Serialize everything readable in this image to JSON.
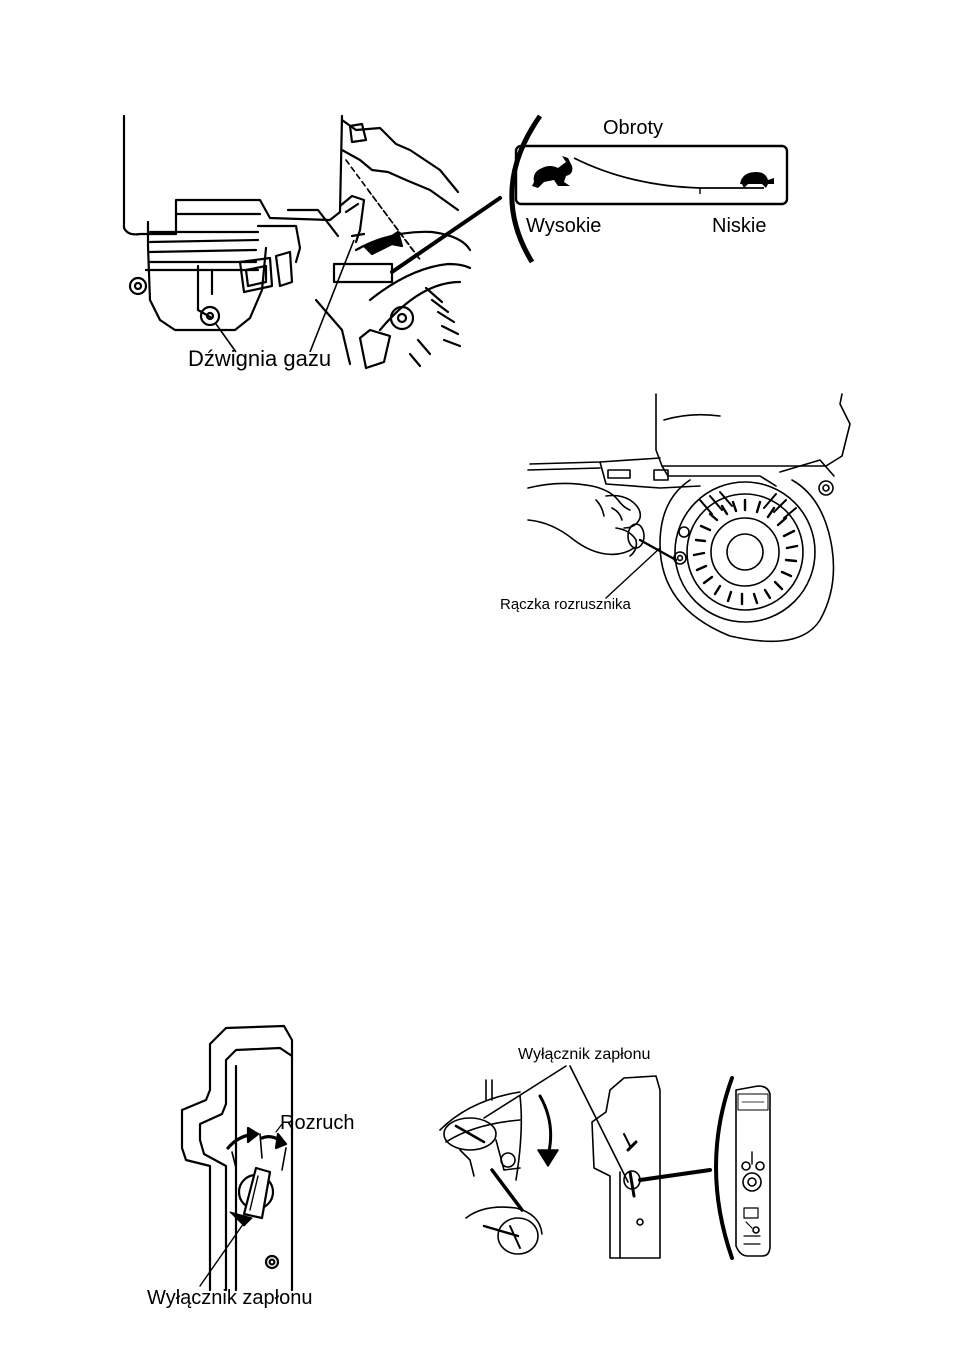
{
  "figures": {
    "throttle": {
      "lever_label": "Dźwignia gazu",
      "speed_panel": {
        "title": "Obroty",
        "high_label": "Wysokie",
        "low_label": "Niskie",
        "high_icon": "rabbit-icon",
        "low_icon": "turtle-icon"
      }
    },
    "recoil_starter": {
      "handle_label": "Rączka rozrusznika"
    },
    "ignition_left": {
      "start_label": "Rozruch",
      "switch_label": "Wyłącznik zapłonu"
    },
    "ignition_right": {
      "switch_label": "Wyłącznik zapłonu"
    }
  },
  "colors": {
    "ink": "#000000",
    "paper": "#ffffff"
  }
}
